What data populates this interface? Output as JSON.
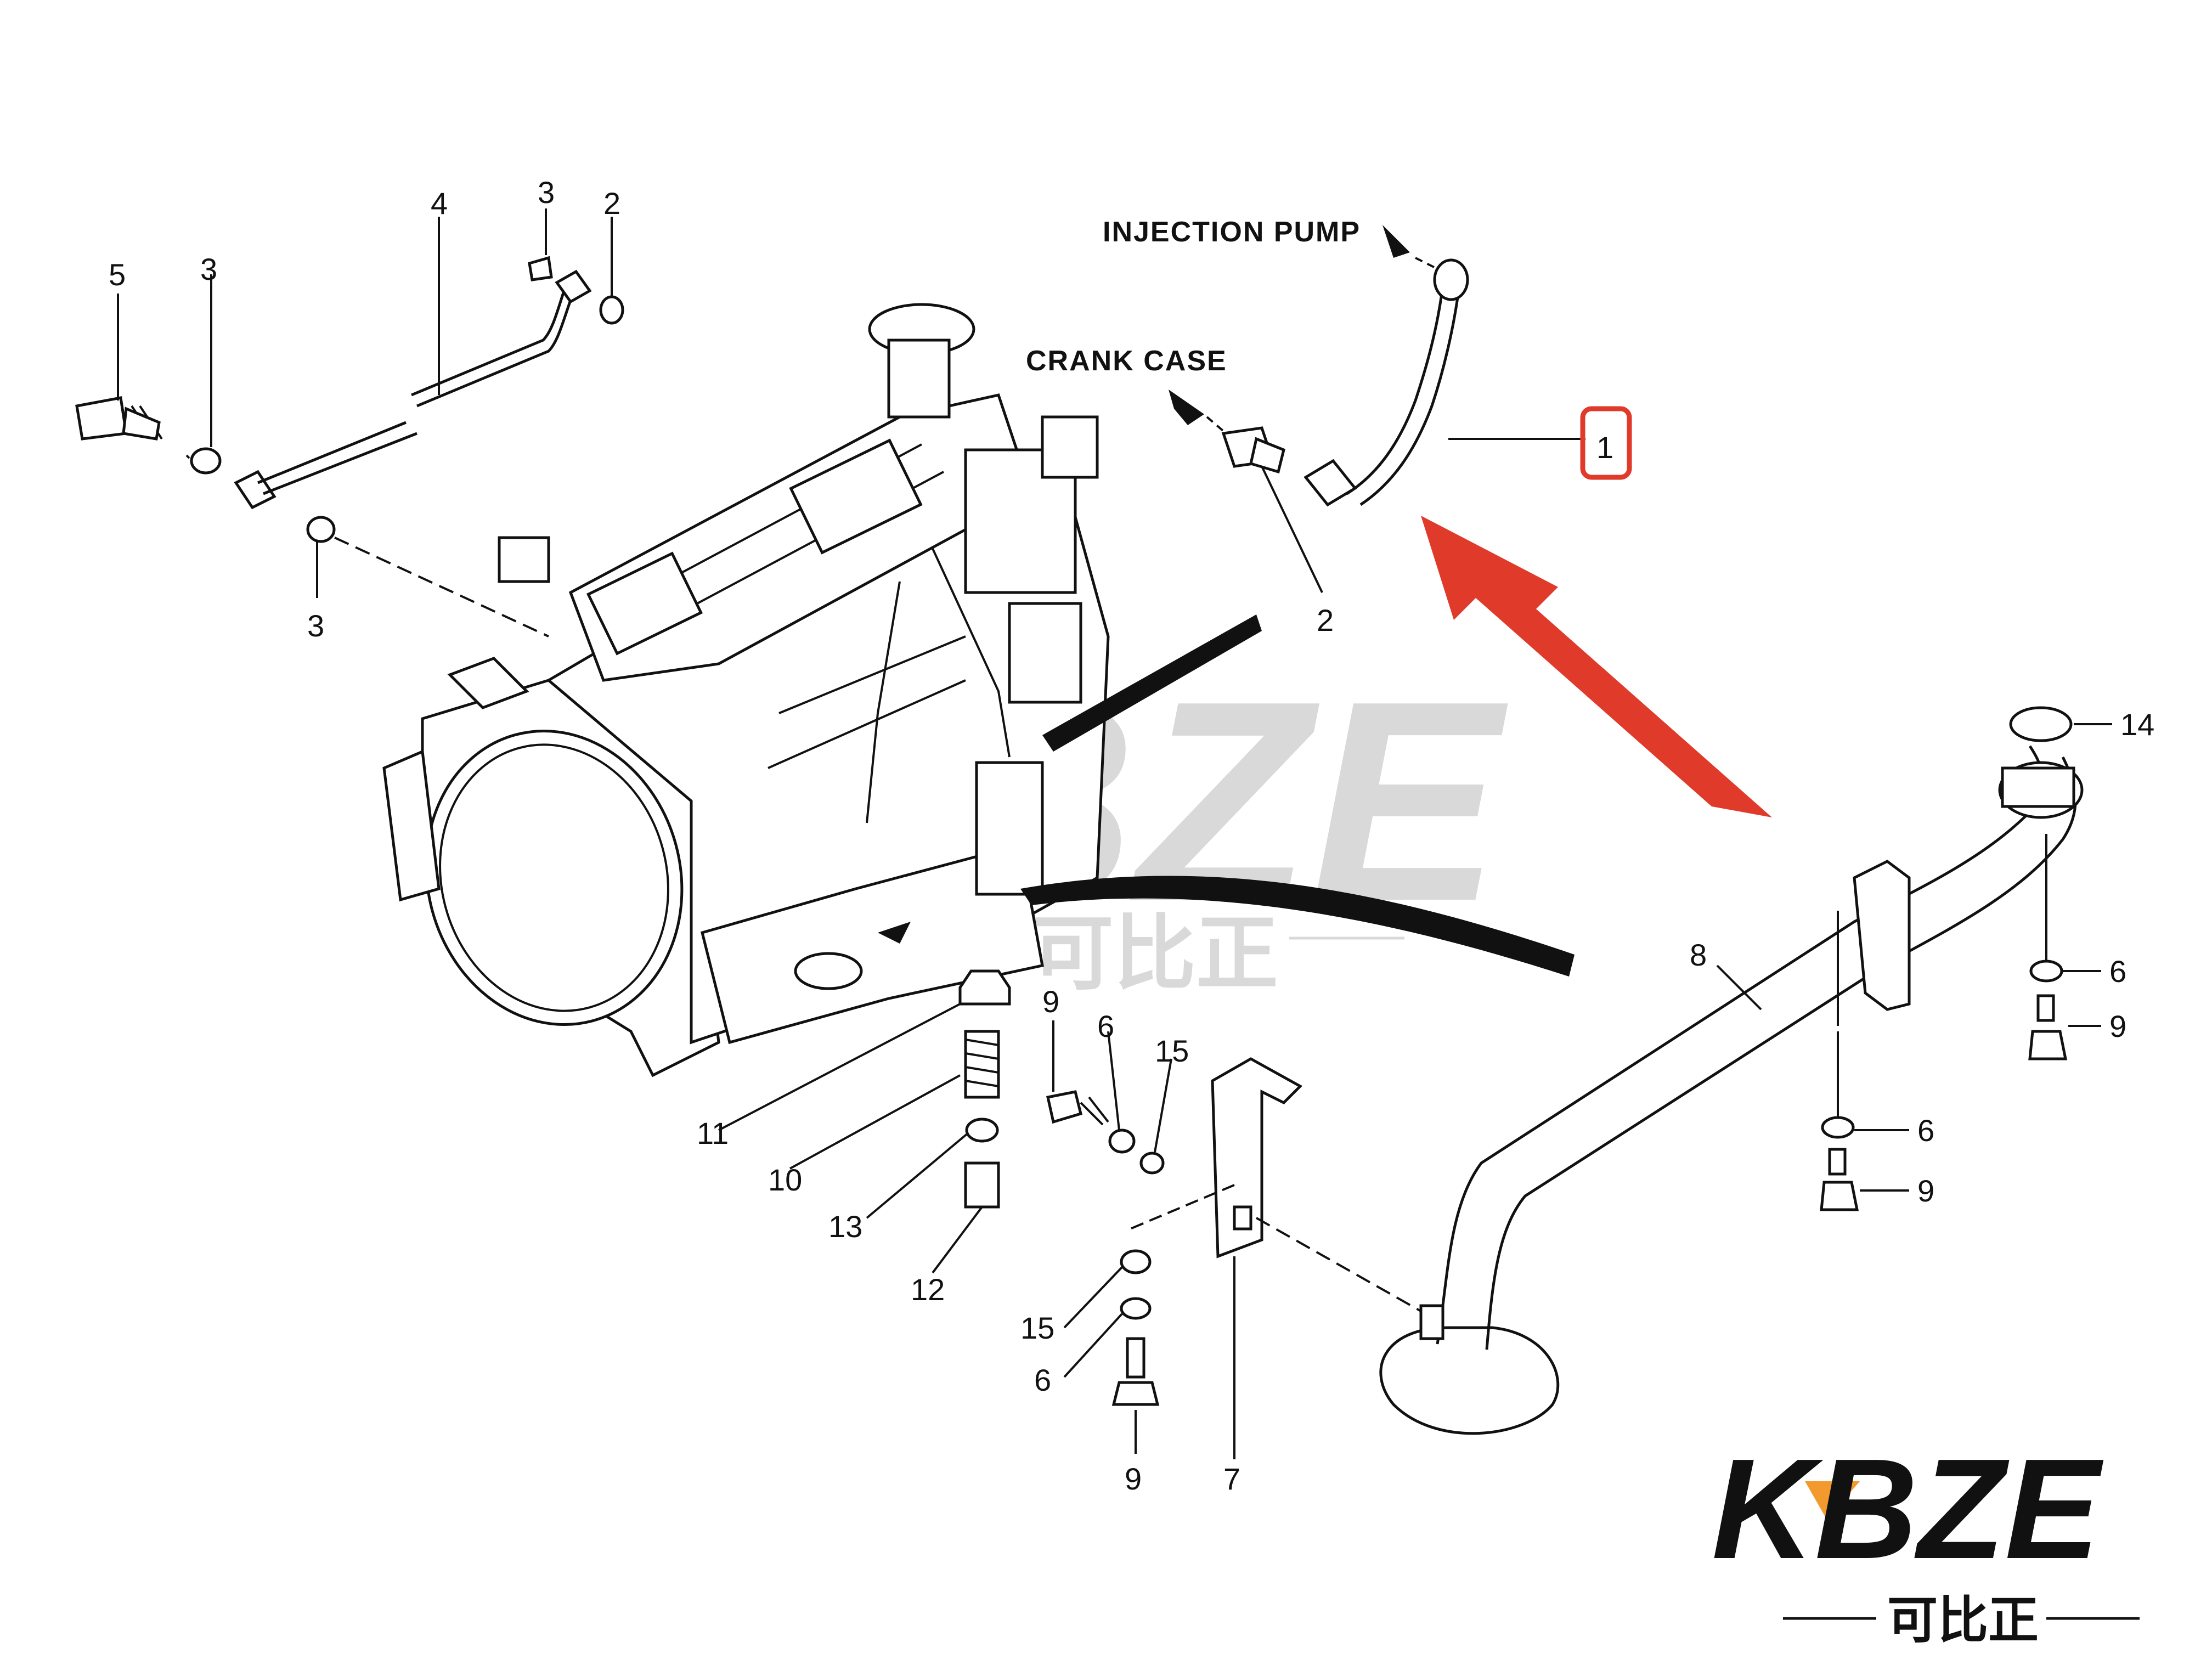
{
  "notes": {
    "injection_pump": "INJECTION PUMP",
    "crank_case": "CRANK CASE"
  },
  "callouts": {
    "c1": "1",
    "c2a": "2",
    "c2b": "2",
    "c3a": "3",
    "c3b": "3",
    "c3c": "3",
    "c4": "4",
    "c5": "5",
    "c6a": "6",
    "c6b": "6",
    "c6c": "6",
    "c6d": "6",
    "c7": "7",
    "c8": "8",
    "c9a": "9",
    "c9b": "9",
    "c9c": "9",
    "c9d": "9",
    "c10": "10",
    "c11": "11",
    "c12": "12",
    "c13": "13",
    "c14": "14",
    "c15a": "15",
    "c15b": "15"
  },
  "highlight": {
    "part_number": "1",
    "color": "#e03a2a"
  },
  "watermark": {
    "text": "KBZE",
    "sub": "可比正"
  },
  "logo": {
    "text": "KBZE",
    "sub": "可比正",
    "accent": "#f29a2e"
  }
}
